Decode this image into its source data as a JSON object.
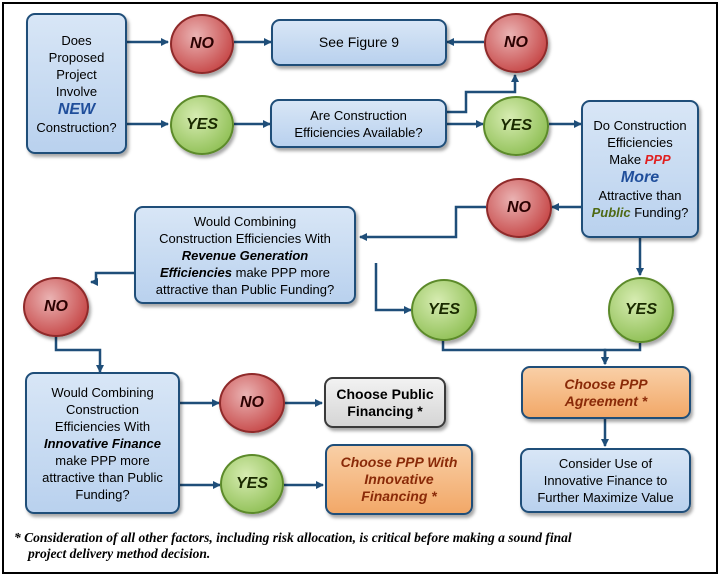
{
  "boxes": {
    "q1": {
      "l1": "Does",
      "l2": "Proposed",
      "l3": "Project",
      "l4": "Involve",
      "l5": "NEW",
      "l6": "Construction?"
    },
    "see_fig": "See Figure 9",
    "q2": {
      "l1": "Are Construction",
      "l2": "Efficiencies Available?"
    },
    "q3": {
      "l1": "Do Construction",
      "l2": "Efficiencies",
      "l3a": "Make ",
      "l3b": "PPP",
      "l4": "More",
      "l5": "Attractive than",
      "l6a": "Public",
      "l6b": " Funding?"
    },
    "q4": {
      "l1": "Would Combining",
      "l2": "Construction Efficiencies With",
      "l3": "Revenue Generation",
      "l4a": "Efficiencies",
      "l4b": " make PPP more",
      "l5": "attractive than Public Funding?"
    },
    "q5": {
      "l1": "Would Combining",
      "l2": "Construction",
      "l3": "Efficiencies With",
      "l4": "Innovative Finance",
      "l5": "make PPP more",
      "l6": "attractive than Public",
      "l7": "Funding?"
    },
    "choose_public": {
      "l1": "Choose Public",
      "l2": "Financing *"
    },
    "choose_ppp": {
      "l1": "Choose PPP",
      "l2": "Agreement *"
    },
    "choose_ppp_innov": {
      "l1": "Choose PPP With",
      "l2": "Innovative",
      "l3": "Financing *"
    },
    "consider": {
      "l1": "Consider Use of",
      "l2": "Innovative Finance to",
      "l3": "Further Maximize Value"
    }
  },
  "decisions": {
    "no1": "NO",
    "no2": "NO",
    "no3": "NO",
    "no4": "NO",
    "no5": "NO",
    "yes1": "YES",
    "yes2": "YES",
    "yes3": "YES",
    "yes4": "YES",
    "yes5": "YES"
  },
  "footnote": {
    "l1": "*  Consideration of all other factors, including risk allocation, is critical before making a sound final",
    "l2": "project delivery method decision."
  },
  "colors": {
    "line": "#1f4e79",
    "no_fill": "#c84c4c",
    "yes_fill": "#93c25a",
    "box_fill": "#c6dbf2",
    "accent_orange": "#f2a868"
  }
}
